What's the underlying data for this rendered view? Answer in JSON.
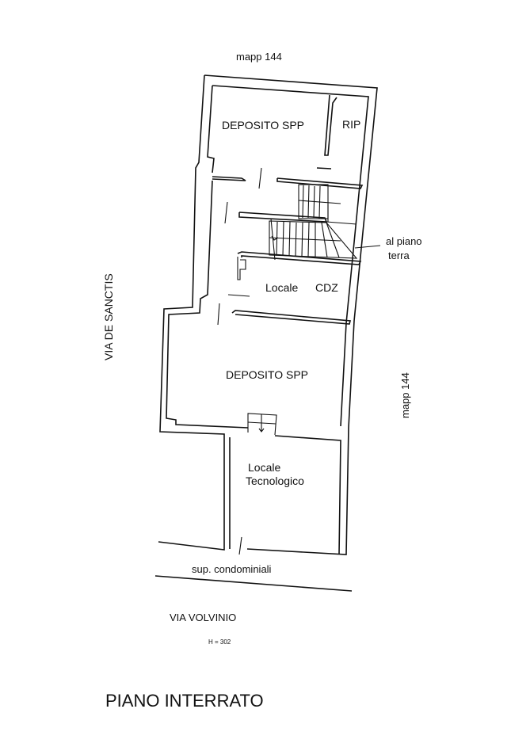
{
  "labels": {
    "north_parcel": "mapp  144",
    "east_parcel": "mapp  144",
    "west_street": "VIA DE SANCTIS",
    "south_street": "VIA VOLVINIO",
    "height_note": "H = 302",
    "common_area": "sup. condominiali",
    "stair_note_line1": "al piano",
    "stair_note_line2": "terra",
    "plan_title": "PIANO INTERRATO"
  },
  "rooms": {
    "deposito_top": "DEPOSITO SPP",
    "rip": "RIP",
    "locale_cdz_1": "Locale",
    "locale_cdz_2": "CDZ",
    "deposito_main": "DEPOSITO SPP",
    "locale_tec_1": "Locale",
    "locale_tec_2": "Tecnologico"
  }
}
